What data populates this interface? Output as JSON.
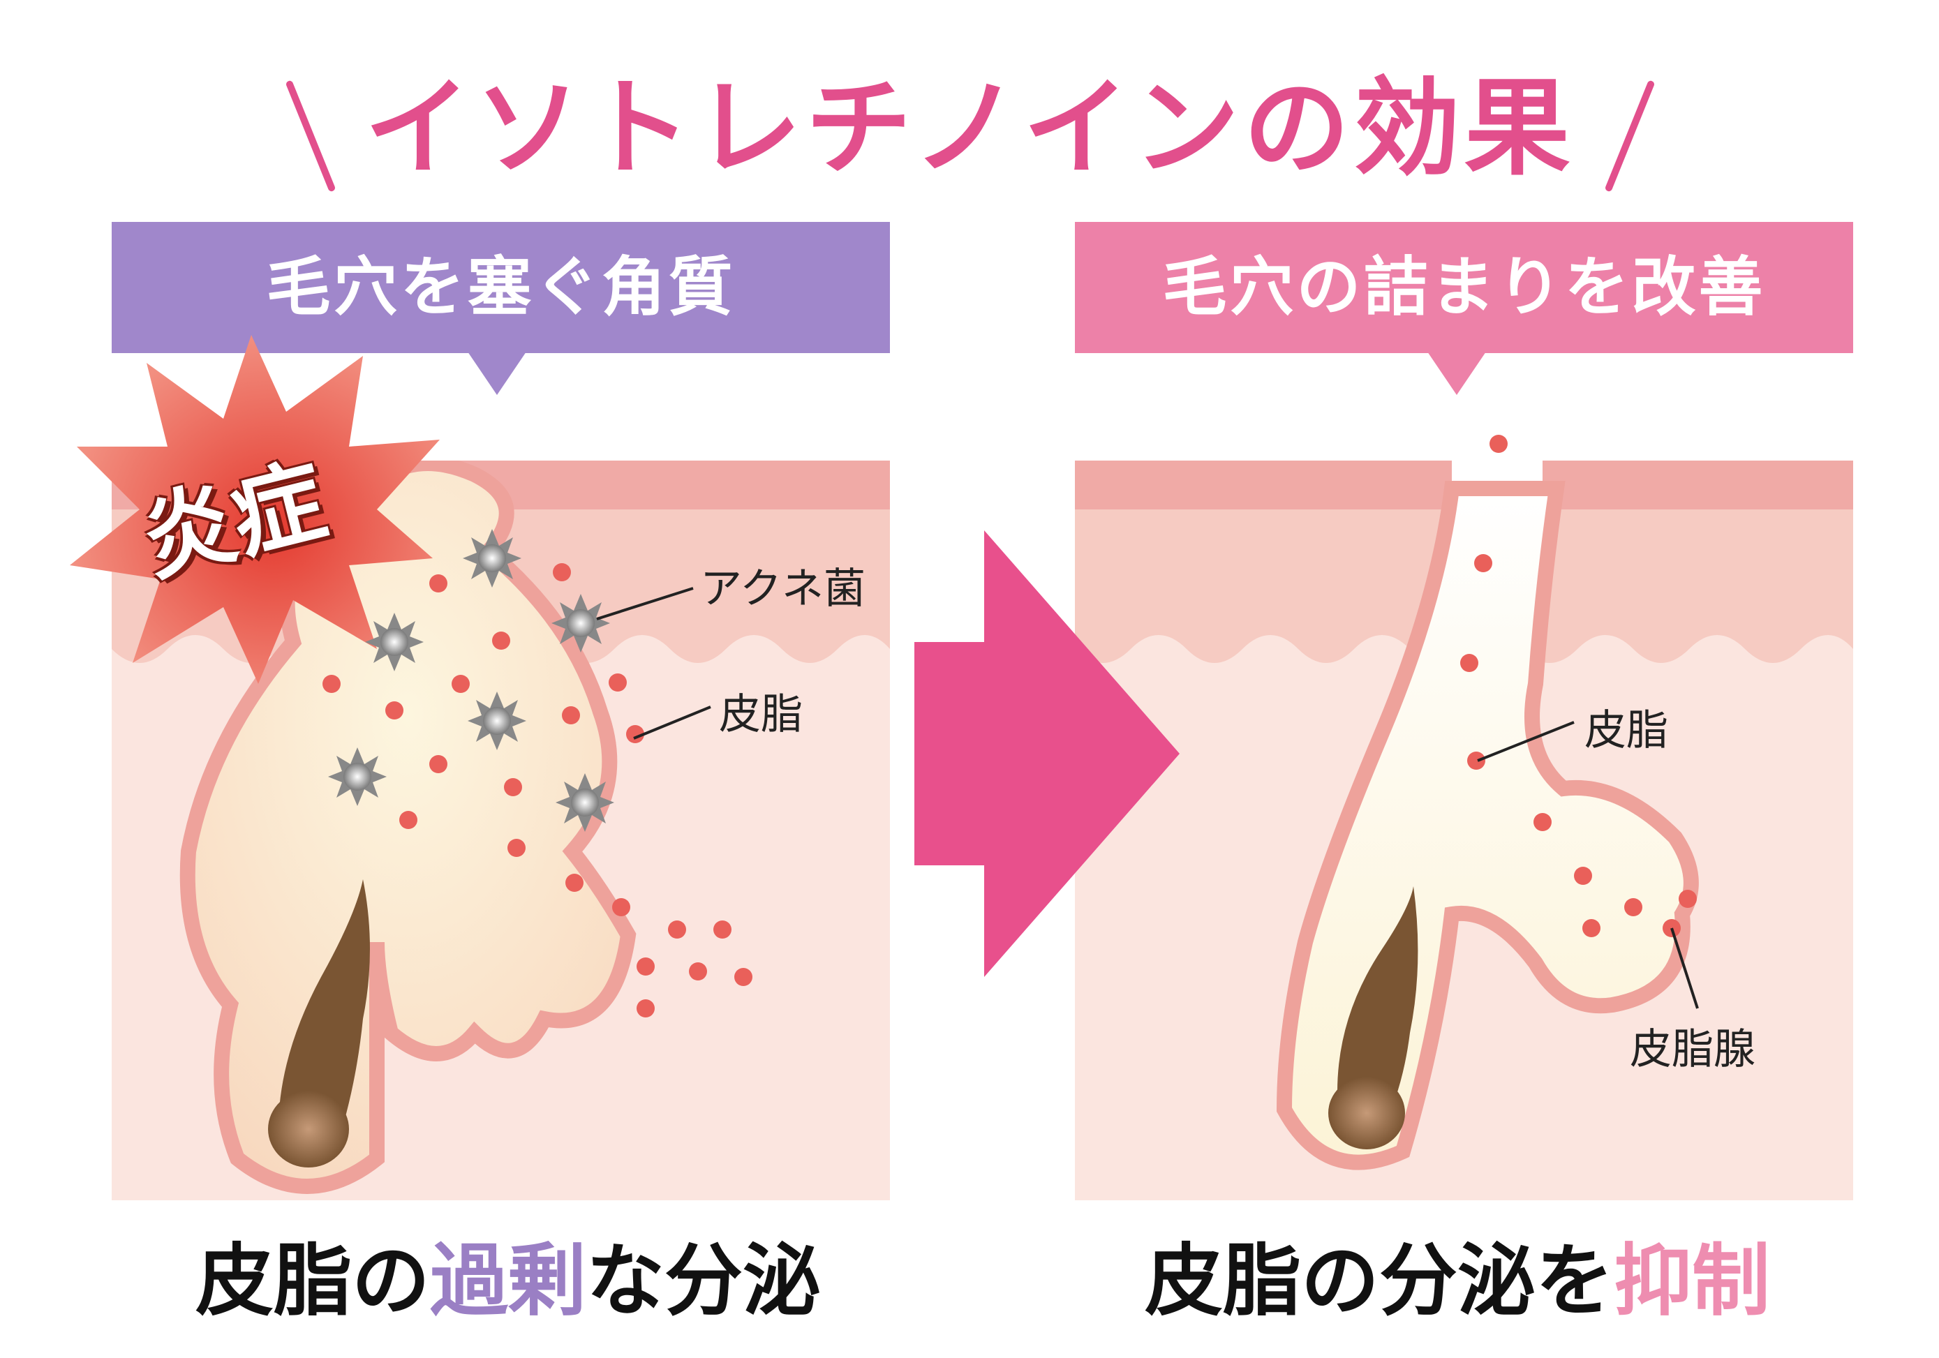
{
  "title": "イソトレチノインの効果",
  "left": {
    "banner": "毛穴を塞ぐ角質",
    "burst": "炎症",
    "labels": {
      "acne": "アクネ菌",
      "sebum": "皮脂"
    },
    "caption": {
      "before": "皮脂の",
      "highlight": "過剰",
      "after": "な分泌"
    }
  },
  "right": {
    "banner": "毛穴の詰まりを改善",
    "labels": {
      "sebum": "皮脂",
      "gland": "皮脂腺"
    },
    "caption": {
      "before": "皮脂の分泌を",
      "highlight": "抑制"
    }
  },
  "colors": {
    "title": "#e24f8c",
    "banner_left": "#a087cb",
    "banner_right": "#ed81a8",
    "arrow": "#e8508c",
    "skin_top": "#f0aaa6",
    "skin_mid": "#f6cbc2",
    "skin_deep": "#fbe5df",
    "follicle_edge": "#eea29b",
    "follicle_fill": "#fcf3d6",
    "hair": "#7a5533",
    "sebum_dot": "#e9605a",
    "inflammation": "#e43a2f"
  },
  "icons": [
    "acne-bacteria-icon",
    "arrow-right-icon",
    "inflammation-burst-icon"
  ]
}
